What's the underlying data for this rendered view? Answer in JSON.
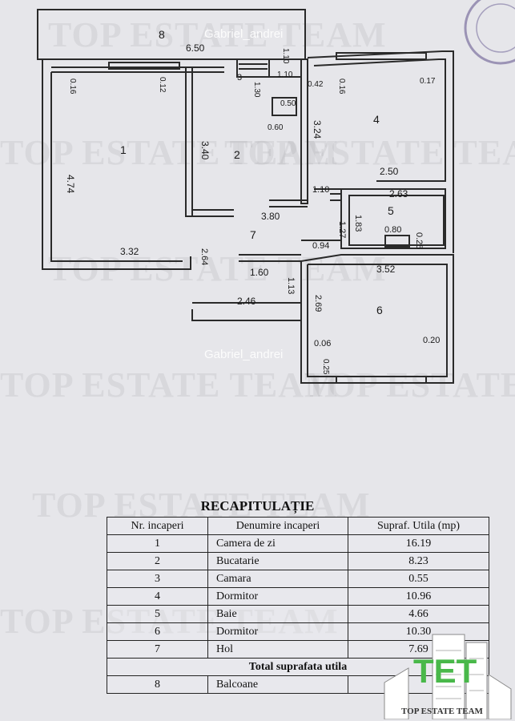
{
  "plan": {
    "rooms": [
      {
        "id": "1",
        "label": "1"
      },
      {
        "id": "2",
        "label": "2"
      },
      {
        "id": "3",
        "label": "3"
      },
      {
        "id": "4",
        "label": "4"
      },
      {
        "id": "5",
        "label": "5"
      },
      {
        "id": "6",
        "label": "6"
      },
      {
        "id": "7",
        "label": "7"
      },
      {
        "id": "8",
        "label": "8"
      }
    ],
    "dimensions": [
      "6.50",
      "1.10",
      "0.16",
      "0.12",
      "1.10",
      "1.30",
      "0.50",
      "0.60",
      "0.42",
      "0.16",
      "0.17",
      "4.74",
      "3.40",
      "3.24",
      "2.50",
      "1.10",
      "2.63",
      "1.83",
      "1.27",
      "0.80",
      "0.25",
      "3.80",
      "3.32",
      "2.64",
      "0.94",
      "3.52",
      "1.60",
      "1.13",
      "2.46",
      "2.69",
      "0.06",
      "0.25",
      "0.20"
    ]
  },
  "watermark": "TOP ESTATE TEAM",
  "credit": "Gabriel_andrei",
  "recap": {
    "title": "RECAPITULAȚIE",
    "headers": [
      "Nr. incaperi",
      "Denumire incaperi",
      "Supraf. Utila (mp)"
    ],
    "rows": [
      {
        "nr": "1",
        "name": "Camera de zi",
        "area": "16.19"
      },
      {
        "nr": "2",
        "name": "Bucatarie",
        "area": "8.23"
      },
      {
        "nr": "3",
        "name": "Camara",
        "area": "0.55"
      },
      {
        "nr": "4",
        "name": "Dormitor",
        "area": "10.96"
      },
      {
        "nr": "5",
        "name": "Baie",
        "area": "4.66"
      },
      {
        "nr": "6",
        "name": "Dormitor",
        "area": "10.30"
      },
      {
        "nr": "7",
        "name": "Hol",
        "area": "7.69"
      }
    ],
    "total_label": "Total suprafata utila",
    "balcony": {
      "nr": "8",
      "name": "Balcoane",
      "area": ""
    }
  },
  "logo": {
    "letters": "TET",
    "caption": "TOP ESTATE TEAM"
  },
  "colors": {
    "walls": "#2a2a2a",
    "paper": "#e6e6ea",
    "logo_green": "#49b84a"
  }
}
